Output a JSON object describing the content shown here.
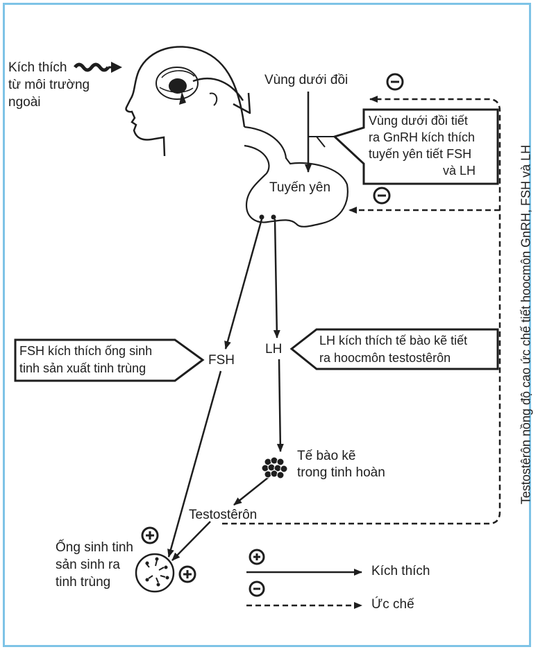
{
  "stimulus": {
    "line1": "Kích thích",
    "line2": "từ môi trường",
    "line3": "ngoài"
  },
  "hypothalamus": {
    "label": "Vùng dưới đồi"
  },
  "pituitary": {
    "label": "Tuyến yên"
  },
  "gnrh_box": {
    "line1": "Vùng dưới đồi tiết",
    "line2": "ra GnRH kích thích",
    "line3": "tuyến yên tiết FSH",
    "line4": "và LH"
  },
  "fsh": {
    "label": "FSH",
    "box_line1": "FSH kích thích ống sinh",
    "box_line2": "tinh sản xuất tinh trùng"
  },
  "lh": {
    "label": "LH",
    "box_line1": "LH kích thích tế bào kẽ tiết",
    "box_line2": "ra hoocmôn testostêrôn"
  },
  "leydig": {
    "line1": "Tế bào kẽ",
    "line2": "trong tinh hoàn"
  },
  "testosterone": {
    "label": "Testostêrôn"
  },
  "tubule": {
    "line1": "Ống sinh tinh",
    "line2": "sản sinh ra",
    "line3": "tinh trùng"
  },
  "feedback": {
    "label": "Testostêrôn nồng độ cao ức chế tiết hoocmôn GnRH, FSH và LH"
  },
  "legend": {
    "stimulate": "Kích thích",
    "inhibit": "Ức chế"
  },
  "symbols": {
    "plus": "+",
    "minus": "−"
  },
  "colors": {
    "frame": "#7ec3e6",
    "ink": "#1e1e1e"
  }
}
